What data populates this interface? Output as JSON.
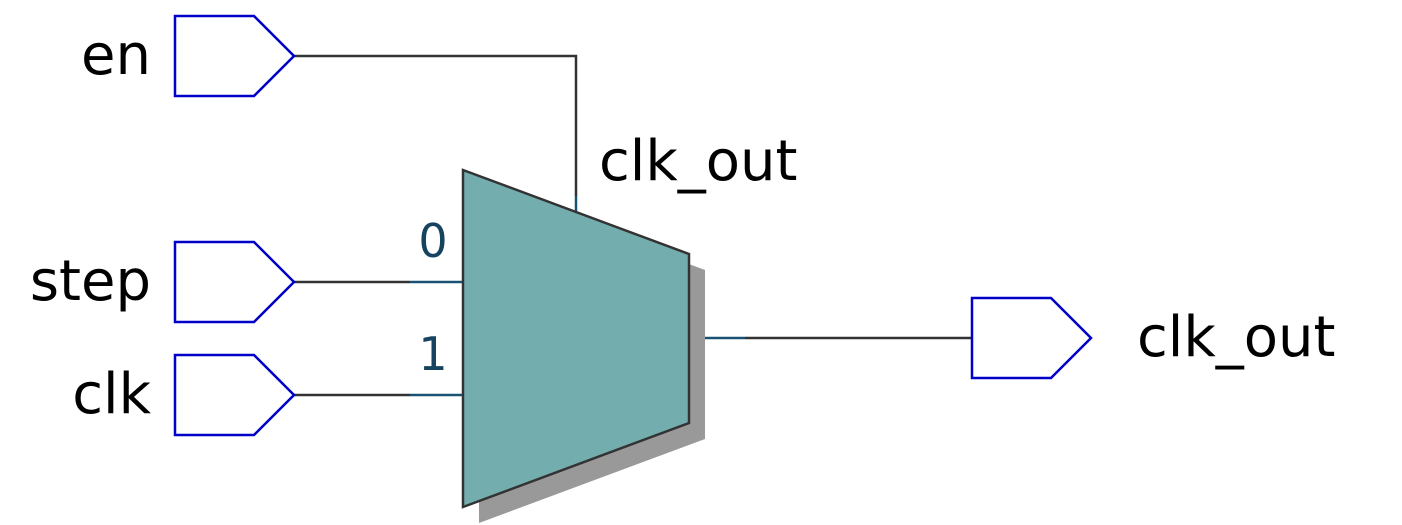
{
  "ports": {
    "en": {
      "label": "en"
    },
    "step": {
      "label": "step"
    },
    "clk": {
      "label": "clk"
    },
    "clk_out": {
      "label": "clk_out"
    }
  },
  "mux": {
    "instance_label": "clk_out",
    "input_0_label": "0",
    "input_1_label": "1"
  },
  "colors": {
    "port_outline": "#0000c8",
    "wire": "#333333",
    "wire_stub": "#1a5276",
    "mux_fill": "#74adae",
    "mux_outline": "#333333",
    "mux_shadow": "#999999",
    "select_label": "#154360",
    "background": "#ffffff"
  }
}
